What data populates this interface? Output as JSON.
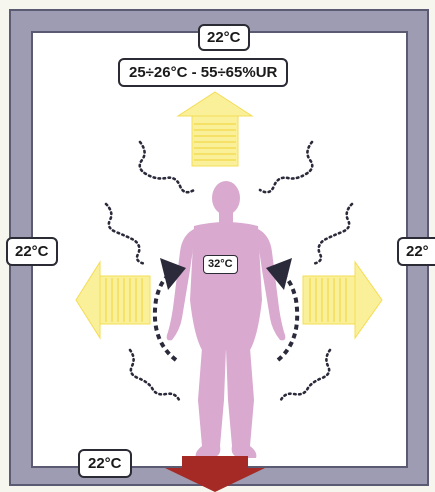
{
  "labels": {
    "ceiling_temp": "22°C",
    "comfort_range": "25÷26°C - 55÷65%UR",
    "left_wall_temp": "22°C",
    "right_wall_temp": "22°",
    "floor_temp": "22°C",
    "body_temp": "32°C"
  },
  "colors": {
    "wall": "#9d9cb3",
    "wall_stroke": "#5a5a72",
    "room": "#ffffff",
    "figure": "#d9a9cf",
    "heat_arrow": "#fbf09a",
    "heat_arrow_stroke": "#f3dc55",
    "floor_arrow": "#a52a26",
    "dots": "#2a2a3a"
  }
}
